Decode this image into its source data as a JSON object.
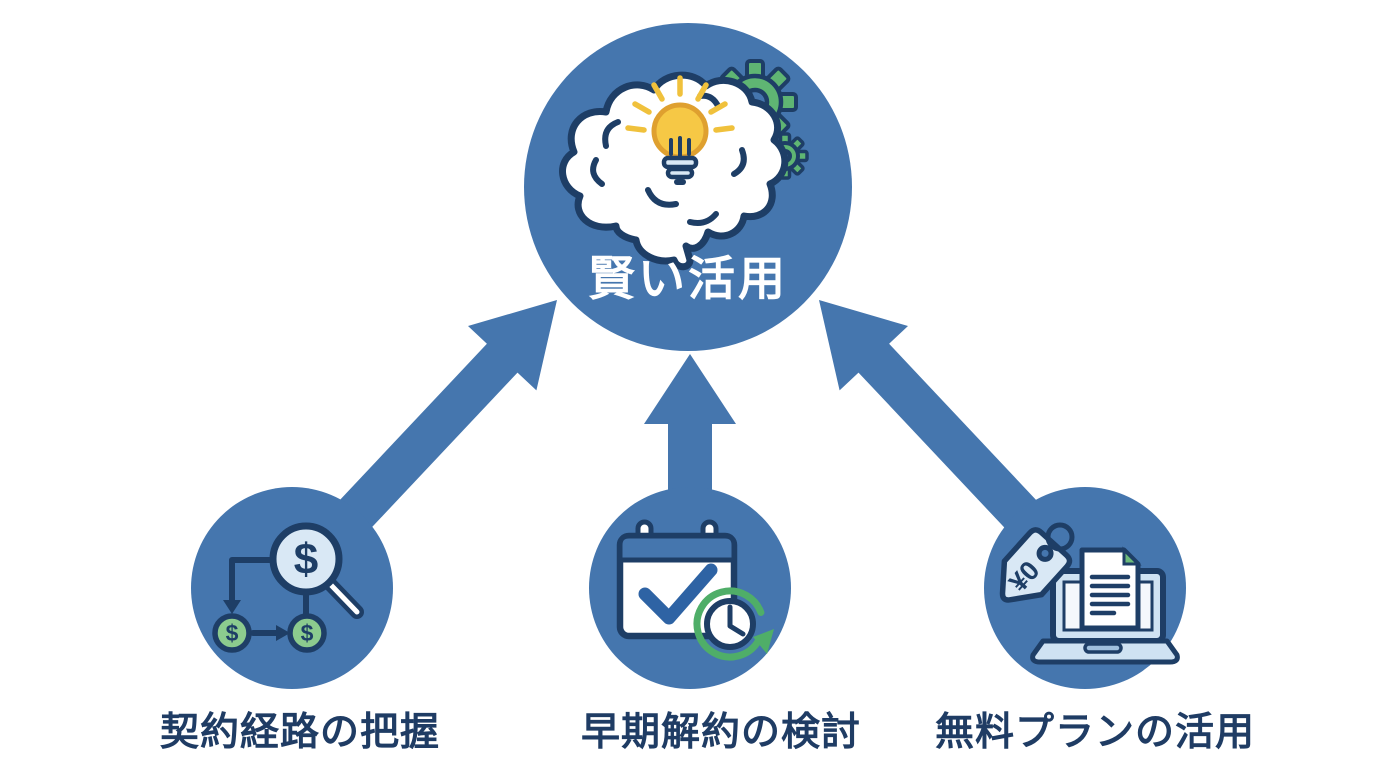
{
  "diagram": {
    "hub": {
      "label": "賢い活用",
      "icon": "brain-idea-gears-icon"
    },
    "nodes": [
      {
        "label": "契約経路の把握",
        "icon": "money-route-magnifier-icon"
      },
      {
        "label": "早期解約の検討",
        "icon": "calendar-check-clock-icon"
      },
      {
        "label": "無料プランの活用",
        "icon": "zero-yen-tag-laptop-icon"
      }
    ],
    "symbols": {
      "dollar": "$",
      "zero_yen": "¥0"
    },
    "colors": {
      "node_blue": "#4576AE",
      "outline_navy": "#1E3E66",
      "label_navy": "#1F3C64",
      "light_blue": "#D9E8F5",
      "bezel_blue": "#CFE2F2",
      "check_blue": "#2E63A4",
      "green": "#5FB573",
      "money_green": "#8CCB8E",
      "bulb_yellow": "#F6C845",
      "ray_yellow": "#F0C13C",
      "background": "#FFFFFF"
    }
  }
}
